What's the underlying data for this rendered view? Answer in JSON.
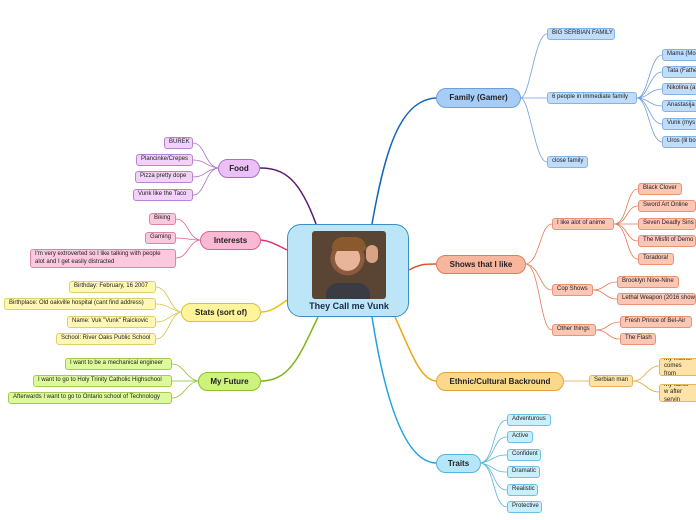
{
  "center": {
    "title": "They Call me Vunk",
    "image": "portrait-photo"
  },
  "family": {
    "label": "Family (Gamer)",
    "items": [
      "BIG SERBIAN FAMILY",
      "6 people in immediate family",
      "close family"
    ],
    "members": [
      "Mama (Mo",
      "Tata (Fathe",
      "Nikolina (a",
      "Anastasija",
      "Vunk (mys",
      "Uros (lil bo"
    ]
  },
  "shows": {
    "label": "Shows that I like",
    "groups": [
      "I like alot of anime",
      "Cop Shows",
      "Other things"
    ],
    "anime": [
      "Black Clover",
      "Sword Art Online",
      "Seven Deadly Sins",
      "The Misfit of Demo",
      "Toradora!"
    ],
    "cop": [
      "Brooklyn Nine-Nine",
      "Lethal Weapon (2016 show"
    ],
    "other": [
      "Fresh Prince of Bel-Air",
      "The Flash"
    ]
  },
  "ethnic": {
    "label": "Ethnic/Cultural Backround",
    "sub": "Serbian man",
    "items": [
      "My mother comes from",
      "My father w after servin"
    ]
  },
  "traits": {
    "label": "Traits",
    "items": [
      "Adventurous",
      "Active",
      "Confident",
      "Dramatic",
      "Realistic",
      "Protective"
    ]
  },
  "food": {
    "label": "Food",
    "items": [
      "BUREK",
      "Plancinke/Crepes",
      "Pizza pretty dope",
      "Vunk like the Taco"
    ]
  },
  "interests": {
    "label": "Interests",
    "items": [
      "Biking",
      "Gaming",
      "I'm very extroverted so I like talking with people alot and I get easily distracted"
    ]
  },
  "stats": {
    "label": "Stats (sort of)",
    "items": [
      "Birthday: February, 16 2007",
      "Birthplace: Old oakville hospital (cant find address)",
      "Name: Vuk \"Vunk\" Raickovic",
      "School: River Oaks Public School"
    ]
  },
  "future": {
    "label": "My Future",
    "items": [
      "I want to be a mechanical engineer",
      "I want to go to Holy Trinity Catholic Highschool",
      "Afterwards I want to go to Ontario school of Technology"
    ]
  },
  "colors": {
    "family": "#1565c0",
    "shows": "#e5532a",
    "ethnic": "#f0a30a",
    "traits": "#1fa3e0",
    "food": "#5b1a6b",
    "interests": "#e0306f",
    "stats": "#e9c400",
    "future": "#7cb518"
  }
}
